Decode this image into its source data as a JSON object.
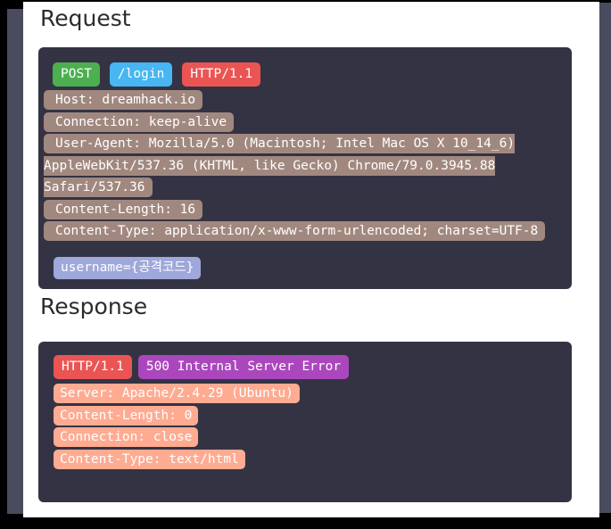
{
  "request": {
    "title": "Request",
    "method": "POST",
    "path": "/login",
    "version": "HTTP/1.1",
    "headers": [
      "Host: dreamhack.io",
      "Connection: keep-alive",
      "User-Agent: Mozilla/5.0 (Macintosh; Intel Mac OS X 10_14_6) AppleWebKit/537.36 (KHTML, like Gecko) Chrome/79.0.3945.88 Safari/537.36",
      "Content-Length: 16",
      "Content-Type: application/x-www-form-urlencoded; charset=UTF-8"
    ],
    "body": "username={공격코드}"
  },
  "response": {
    "title": "Response",
    "version": "HTTP/1.1",
    "status": "500 Internal Server Error",
    "headers": [
      "Server: Apache/2.4.29 (Ubuntu)",
      "Content-Length: 0",
      "Connection: close",
      "Content-Type: text/html"
    ]
  },
  "palette": {
    "method_badge_green": "#4caf50",
    "path_badge_blue": "#47b6f2",
    "version_badge_red": "#ea5554",
    "status_badge_purple": "#ab47bc",
    "request_header_tan": "#a1887f",
    "request_body_periwinkle": "#9fa8da",
    "response_header_salmon": "#ffab91",
    "panel_background": "#343343",
    "frame_stripe": "#4b4b5f",
    "page_background": "#ffffff",
    "outer_frame": "#000000"
  }
}
